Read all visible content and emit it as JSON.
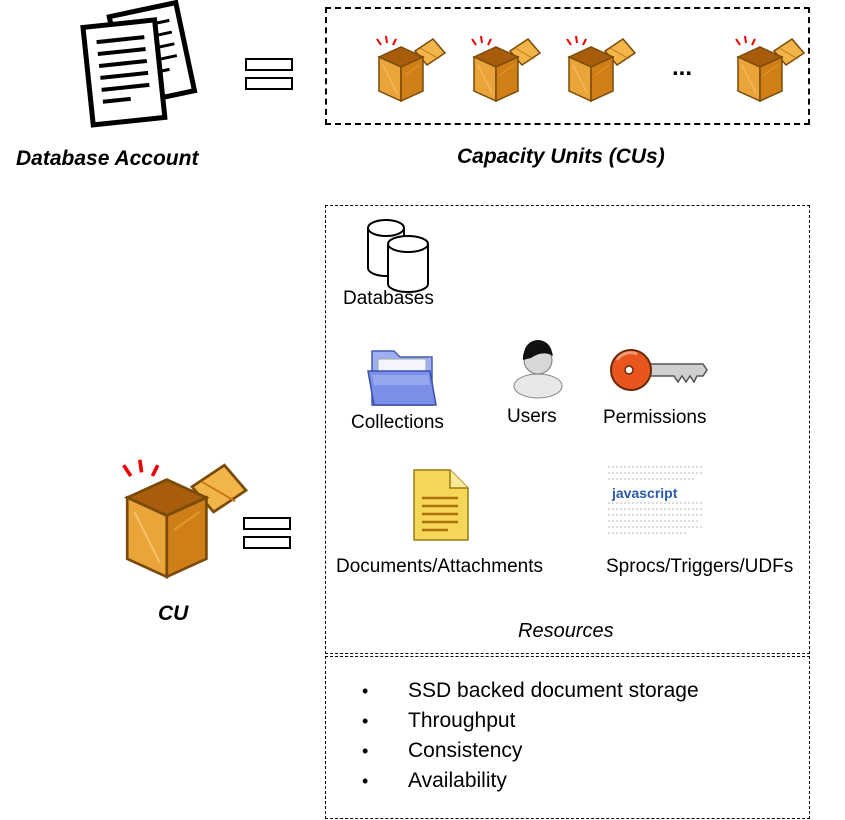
{
  "top": {
    "account_label": "Database Account",
    "cu_caption": "Capacity Units (CUs)",
    "ellipsis": "..."
  },
  "cu": {
    "label": "CU"
  },
  "resources": {
    "title": "Resources",
    "items": {
      "databases": "Databases",
      "collections": "Collections",
      "users": "Users",
      "permissions": "Permissions",
      "documents": "Documents/Attachments",
      "sprocs": "Sprocs/Triggers/UDFs"
    },
    "js_logo_text": "javascript"
  },
  "features": {
    "items": [
      "SSD backed document storage",
      "Throughput",
      "Consistency",
      "Availability"
    ]
  },
  "colors": {
    "box_orange": "#e39a2a",
    "box_dark": "#c87412",
    "folder_blue": "#7a8fe6",
    "key_orange": "#e8561e",
    "doc_yellow": "#f5d75a"
  }
}
